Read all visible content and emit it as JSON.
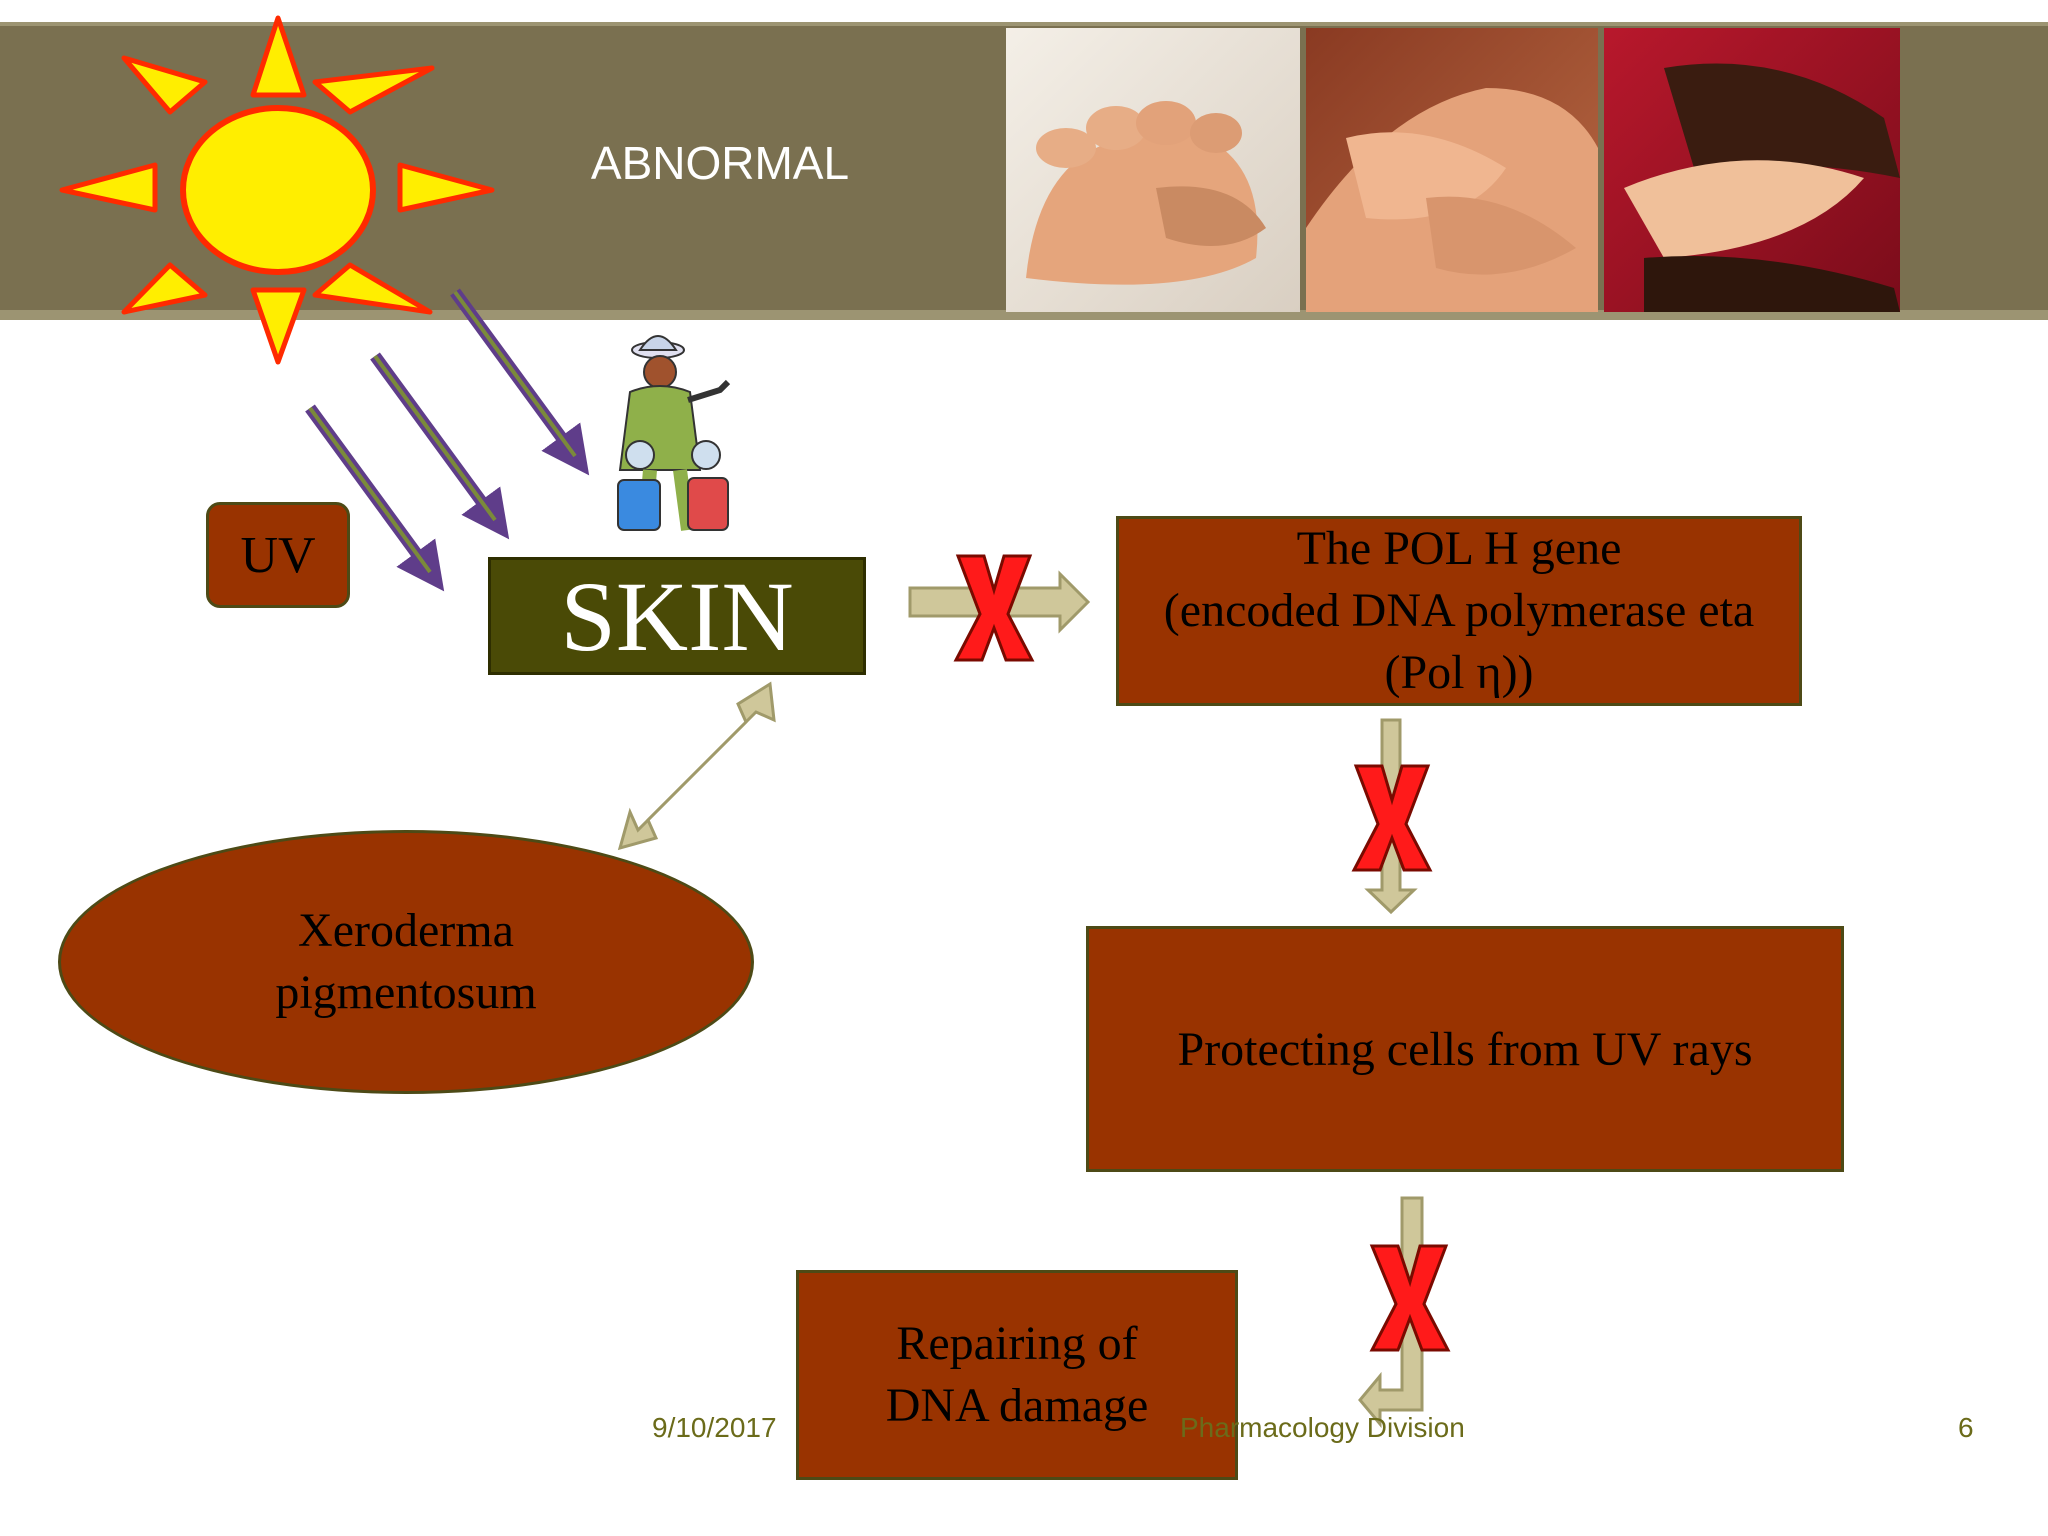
{
  "slide": {
    "title": "ABNORMAL"
  },
  "nodes": {
    "uv": "UV",
    "skin": "SKIN",
    "pol_gene": [
      "The POL H gene",
      "(encoded DNA polymerase eta",
      "(Pol η))"
    ],
    "protect": "Protecting cells from UV rays",
    "repair": [
      "Repairing of",
      "DNA damage"
    ],
    "xeroderma": [
      "Xeroderma",
      "pigmentosum"
    ]
  },
  "footer": {
    "date": "9/10/2017",
    "division": "Pharmacology Division",
    "page": "6"
  },
  "colors": {
    "header": "#7a7050",
    "node_fill": "#993300",
    "skin_fill": "#4a4a06",
    "block_mark": "#ff0000",
    "arrow_fill": "#cfc79a",
    "ray": "#5f3d8a"
  },
  "icons": [
    "sun-icon",
    "hands-photo",
    "traveler-clipart-icon",
    "block-x-icon"
  ]
}
